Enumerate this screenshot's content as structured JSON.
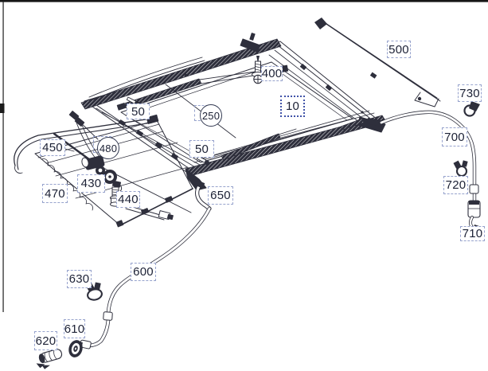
{
  "labels": [
    {
      "id": "10",
      "text": "10",
      "shape": "dotted-box"
    },
    {
      "id": "50-front",
      "text": "50",
      "shape": "dashed-box"
    },
    {
      "id": "50-rear",
      "text": "50",
      "shape": "dashed-box"
    },
    {
      "id": "250",
      "text": "250",
      "shape": "circle"
    },
    {
      "id": "400",
      "text": "400",
      "shape": "dashed-box"
    },
    {
      "id": "430",
      "text": "430",
      "shape": "dashed-box"
    },
    {
      "id": "440",
      "text": "440",
      "shape": "dashed-box"
    },
    {
      "id": "450",
      "text": "450",
      "shape": "dashed-box"
    },
    {
      "id": "470",
      "text": "470",
      "shape": "dashed-box"
    },
    {
      "id": "480",
      "text": "480",
      "shape": "circle"
    },
    {
      "id": "500",
      "text": "500",
      "shape": "dashed-box"
    },
    {
      "id": "600",
      "text": "600",
      "shape": "dashed-box"
    },
    {
      "id": "610",
      "text": "610",
      "shape": "dashed-box"
    },
    {
      "id": "620",
      "text": "620",
      "shape": "dashed-box"
    },
    {
      "id": "630",
      "text": "630",
      "shape": "dashed-box"
    },
    {
      "id": "650",
      "text": "650",
      "shape": "dashed-box"
    },
    {
      "id": "700",
      "text": "700",
      "shape": "dashed-box"
    },
    {
      "id": "710",
      "text": "710",
      "shape": "dashed-box"
    },
    {
      "id": "720",
      "text": "720",
      "shape": "dashed-box"
    },
    {
      "id": "730",
      "text": "730",
      "shape": "dashed-box"
    }
  ],
  "part_icons": [
    {
      "part": "10",
      "icon": "sunroof-frame-assembly"
    },
    {
      "part": "50",
      "icon": "small-screw"
    },
    {
      "part": "250",
      "icon": "wind-deflector-assembly"
    },
    {
      "part": "400",
      "icon": "phillips-screw-with-washer"
    },
    {
      "part": "430",
      "icon": "sunroof-drive-motor"
    },
    {
      "part": "440",
      "icon": "mounting-bolt"
    },
    {
      "part": "450",
      "icon": "roller-blind-panel"
    },
    {
      "part": "470",
      "icon": "curved-deflector-bar"
    },
    {
      "part": "480",
      "icon": "drive-cable-set"
    },
    {
      "part": "500",
      "icon": "roof-rail"
    },
    {
      "part": "600",
      "icon": "front-drain-hose"
    },
    {
      "part": "610",
      "icon": "grommet"
    },
    {
      "part": "620",
      "icon": "drain-plug"
    },
    {
      "part": "630",
      "icon": "hose-clamp"
    },
    {
      "part": "650",
      "icon": "drain-elbow"
    },
    {
      "part": "700",
      "icon": "rear-drain-hose"
    },
    {
      "part": "710",
      "icon": "drain-valve"
    },
    {
      "part": "720",
      "icon": "hose-clip"
    },
    {
      "part": "730",
      "icon": "hose-clip"
    }
  ],
  "colors": {
    "background": "#ffffff",
    "line": "#2e2f3c",
    "label_text": "#1c2135",
    "dashed_border": "#97a3cd",
    "dotted_border": "#4052a8",
    "circle_border": "#333a52"
  }
}
